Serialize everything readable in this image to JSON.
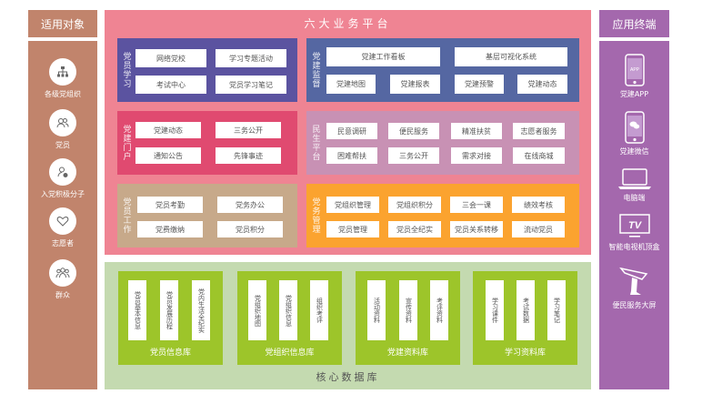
{
  "left_panel": {
    "title": "适用对象",
    "items": [
      {
        "label": "各级党组织",
        "icon": "org-chart-icon"
      },
      {
        "label": "党员",
        "icon": "people-icon"
      },
      {
        "label": "入党积极分子",
        "icon": "person-gear-icon"
      },
      {
        "label": "志愿者",
        "icon": "heart-icon"
      },
      {
        "label": "群众",
        "icon": "group-icon"
      }
    ]
  },
  "platform": {
    "title": "六大业务平台",
    "modules": [
      {
        "name": "党员学习",
        "color": "#5b53a0",
        "items": [
          "网络党校",
          "学习专题活动",
          "考试中心",
          "党员学习笔记"
        ]
      },
      {
        "name": "党建门户",
        "color": "#e04a70",
        "items": [
          "党建动态",
          "三务公开",
          "通知公告",
          "先锋事迹"
        ]
      },
      {
        "name": "党员工作",
        "color": "#c7a98a",
        "items": [
          "党员考勤",
          "党务办公",
          "党费缴纳",
          "党员积分"
        ]
      },
      {
        "name": "党建监督",
        "color": "#5567a2",
        "items": [
          "党建工作看板",
          "基层可视化系统",
          "党建地图",
          "党建报表",
          "党建预警",
          "党建动态"
        ]
      },
      {
        "name": "民生平台",
        "color": "#c891b4",
        "items": [
          "民意调研",
          "便民服务",
          "精准扶贫",
          "志愿者服务",
          "困难帮扶",
          "三务公开",
          "需求对接",
          "在线商城"
        ]
      },
      {
        "name": "党务管理",
        "color": "#fba32f",
        "items": [
          "党组织管理",
          "党组织积分",
          "三会一课",
          "绩效考核",
          "党员管理",
          "党员全纪实",
          "党员关系转移",
          "流动党员"
        ]
      }
    ]
  },
  "core": {
    "title": "核心数据库",
    "libraries": [
      {
        "name": "党员信息库",
        "items": [
          "党员基本信息",
          "党员发展历程",
          "党内生活全纪实"
        ]
      },
      {
        "name": "党组织信息库",
        "items": [
          "党组织地图",
          "党组织信息",
          "组织考评"
        ]
      },
      {
        "name": "党建资料库",
        "items": [
          "活动资料",
          "宣传资料",
          "考评资料"
        ]
      },
      {
        "name": "学习资料库",
        "items": [
          "学习课件",
          "考试数据",
          "学习笔记"
        ]
      }
    ]
  },
  "right_panel": {
    "title": "应用终端",
    "items": [
      {
        "label": "党建APP",
        "icon": "phone-app-icon",
        "screen_text": "APP"
      },
      {
        "label": "党建微信",
        "icon": "phone-wechat-icon"
      },
      {
        "label": "电脑端",
        "icon": "laptop-icon"
      },
      {
        "label": "智能电视机顶盒",
        "icon": "tv-icon",
        "screen_text": "TV"
      },
      {
        "label": "便民服务大屏",
        "icon": "kiosk-icon"
      }
    ]
  },
  "colors": {
    "left_panel": "#c1846c",
    "platform_bg": "#ef8493",
    "core_bg": "#c4dab0",
    "library": "#9dc52a",
    "right_panel": "#a468ad"
  }
}
